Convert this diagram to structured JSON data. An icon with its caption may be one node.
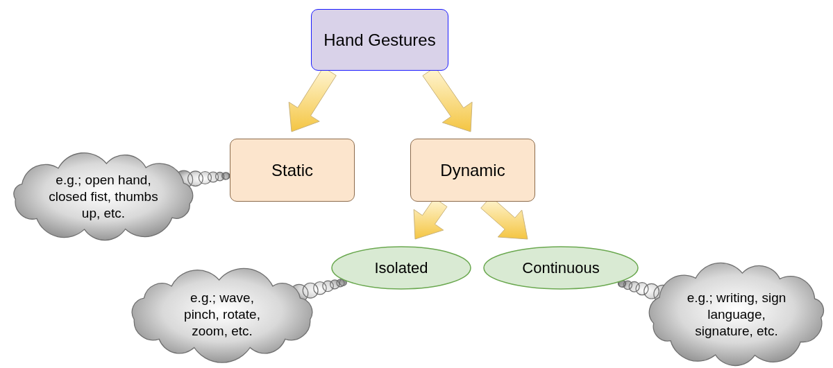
{
  "diagram": {
    "nodes": [
      {
        "text": [
          "Hand Gestures"
        ]
      },
      {
        "text": [
          "Static"
        ]
      },
      {
        "text": [
          "Dynamic"
        ]
      },
      {
        "text": [
          "Isolated"
        ]
      },
      {
        "text": [
          "Continuous"
        ]
      },
      {
        "text": [
          "e.g.; open hand, closed fist, thumbs up, etc."
        ]
      },
      {
        "text": [
          "e.g.; wave, pinch, rotate, zoom, etc."
        ]
      },
      {
        "text": [
          "e.g.; writing, sign language, signature, etc."
        ]
      }
    ],
    "edges": [
      {
        "from": 0,
        "to": 1,
        "arrow": "to"
      },
      {
        "from": 0,
        "to": 2,
        "arrow": "to"
      },
      {
        "from": 2,
        "to": 3,
        "arrow": "to"
      },
      {
        "from": 2,
        "to": 4,
        "arrow": "to"
      },
      {
        "from": 5,
        "to": 1,
        "arrow": "none"
      },
      {
        "from": 6,
        "to": 3,
        "arrow": "none"
      },
      {
        "from": 7,
        "to": 4,
        "arrow": "none"
      }
    ]
  }
}
